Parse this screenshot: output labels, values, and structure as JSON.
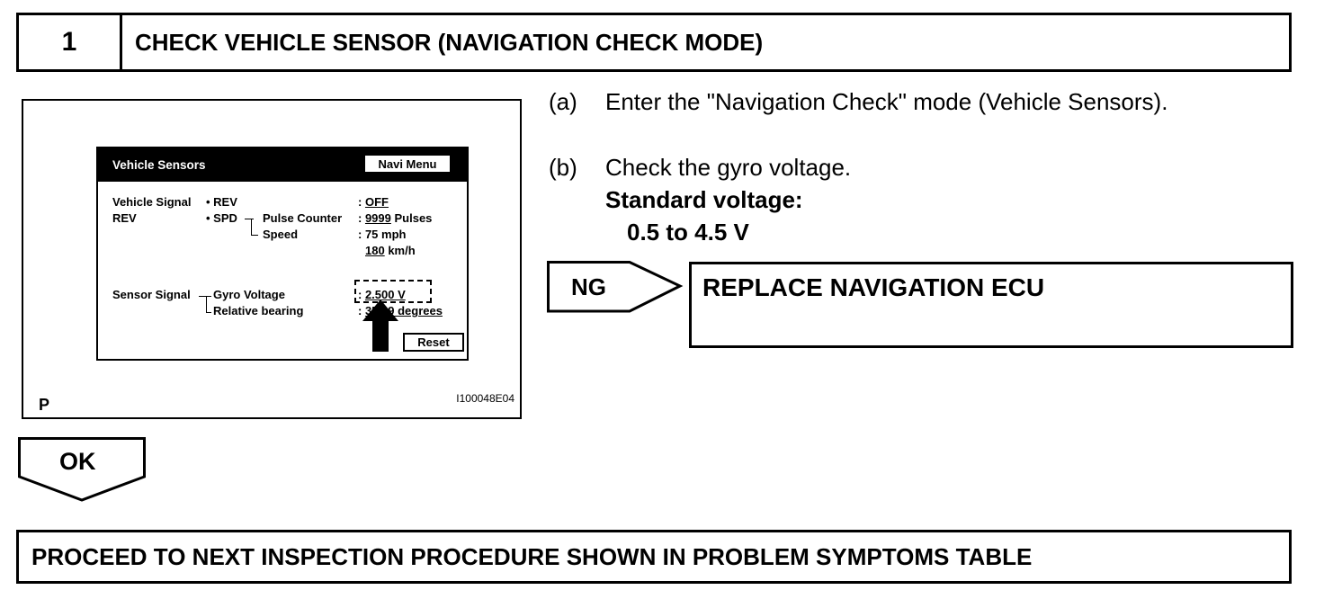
{
  "step": {
    "number": "1",
    "title": "CHECK VEHICLE SENSOR (NAVIGATION CHECK MODE)"
  },
  "figure": {
    "corner_label": "P",
    "code": "I100048E04",
    "screen": {
      "title": "Vehicle Sensors",
      "navi_menu_button": "Navi Menu",
      "vehicle_signal_label": "Vehicle Signal",
      "rev_label": "REV",
      "rev_item": "• REV",
      "spd_item": "• SPD",
      "pulse_counter_label": "Pulse Counter",
      "speed_label": "Speed",
      "rev_value": "OFF",
      "pulse_value": "9999",
      "pulse_unit": "Pulses",
      "speed_mph": "75 mph",
      "speed_kmh_value": "180",
      "speed_kmh_unit": "km/h",
      "sensor_signal_label": "Sensor Signal",
      "gyro_voltage_label": "Gyro Voltage",
      "relative_bearing_label": "Relative bearing",
      "gyro_value": "2.500 V",
      "bearing_value": "359.9 degrees",
      "reset_button": "Reset"
    }
  },
  "instructions": {
    "a_letter": "(a)",
    "a_text": "Enter the \"Navigation Check\" mode (Vehicle Sensors).",
    "b_letter": "(b)",
    "b_text": "Check the gyro voltage.",
    "standard_label": "Standard voltage:",
    "standard_value": "0.5 to 4.5 V"
  },
  "ng": {
    "label": "NG",
    "action": "REPLACE NAVIGATION ECU"
  },
  "ok": {
    "label": "OK"
  },
  "final": {
    "text": "PROCEED TO NEXT INSPECTION PROCEDURE SHOWN IN PROBLEM SYMPTOMS TABLE"
  }
}
